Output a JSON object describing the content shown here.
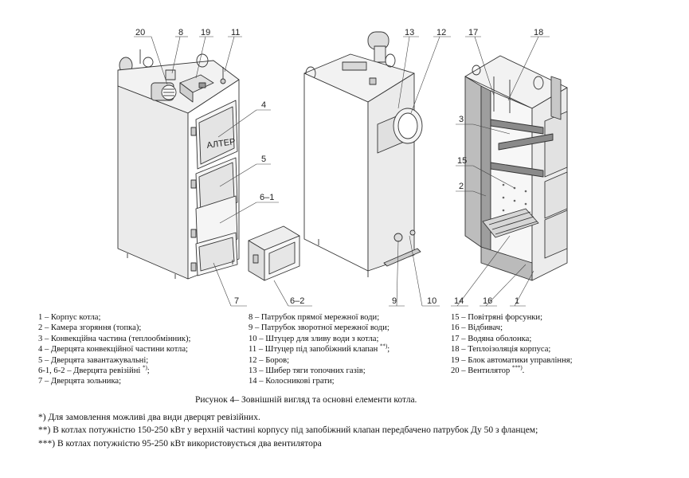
{
  "callouts": {
    "c20": "20",
    "c8": "8",
    "c19": "19",
    "c11": "11",
    "c4": "4",
    "c5": "5",
    "c6_1": "6–1",
    "c7": "7",
    "c6_2": "6–2",
    "c13": "13",
    "c12": "12",
    "c9": "9",
    "c10": "10",
    "c17": "17",
    "c18": "18",
    "c3": "3",
    "c15": "15",
    "c2": "2",
    "c14": "14",
    "c16": "16",
    "c1": "1"
  },
  "brand_label": "АЛТЕР",
  "legend": {
    "col1": [
      {
        "text": "1 – Корпус котла;",
        "sup": ""
      },
      {
        "text": "2 – Камера згоряння (топка);",
        "sup": ""
      },
      {
        "text": "3 – Конвекційна частина (теплообмінник);",
        "sup": ""
      },
      {
        "text": "4 – Дверцята конвекційної частини котла;",
        "sup": ""
      },
      {
        "text": "5 – Дверцята завантажувальні;",
        "sup": ""
      },
      {
        "text": "6-1, 6-2 – Дверцята ревізійні ",
        "sup": "*)",
        "after": ";"
      },
      {
        "text": "7 – Дверцята зольника;",
        "sup": ""
      }
    ],
    "col2": [
      {
        "text": "8 – Патрубок прямої мережної води;",
        "sup": ""
      },
      {
        "text": "9 – Патрубок зворотної мережної води;",
        "sup": ""
      },
      {
        "text": "10 – Штуцер для зливу води з котла;",
        "sup": ""
      },
      {
        "text": "11 – Штуцер під запобіжний клапан ",
        "sup": "**)",
        "after": ";"
      },
      {
        "text": "12 – Боров;",
        "sup": ""
      },
      {
        "text": "13 – Шибер тяги топочних газів;",
        "sup": ""
      },
      {
        "text": "14 – Колосникові грати;",
        "sup": ""
      }
    ],
    "col3": [
      {
        "text": "15 – Повітряні форсунки;",
        "sup": ""
      },
      {
        "text": "16 – Відбивач;",
        "sup": ""
      },
      {
        "text": "17 – Водяна оболонка;",
        "sup": ""
      },
      {
        "text": "18 – Теплоізоляція корпуса;",
        "sup": ""
      },
      {
        "text": "19 – Блок автоматики управління;",
        "sup": ""
      },
      {
        "text": "20 – Вентилятор ",
        "sup": "***)",
        "after": "."
      }
    ]
  },
  "caption": "Рисунок 4– Зовнішній вигляд та основні елементи котла.",
  "notes": [
    "*) Для замовлення можливі два види дверцят ревізійних.",
    "**) В котлах потужністю 150-250 кВт у верхній частині корпусу під запобіжний клапан передбачено патрубок Ду 50 з фланцем;",
    "***) В котлах потужністю 95-250 кВт використовується два вентилятора"
  ]
}
